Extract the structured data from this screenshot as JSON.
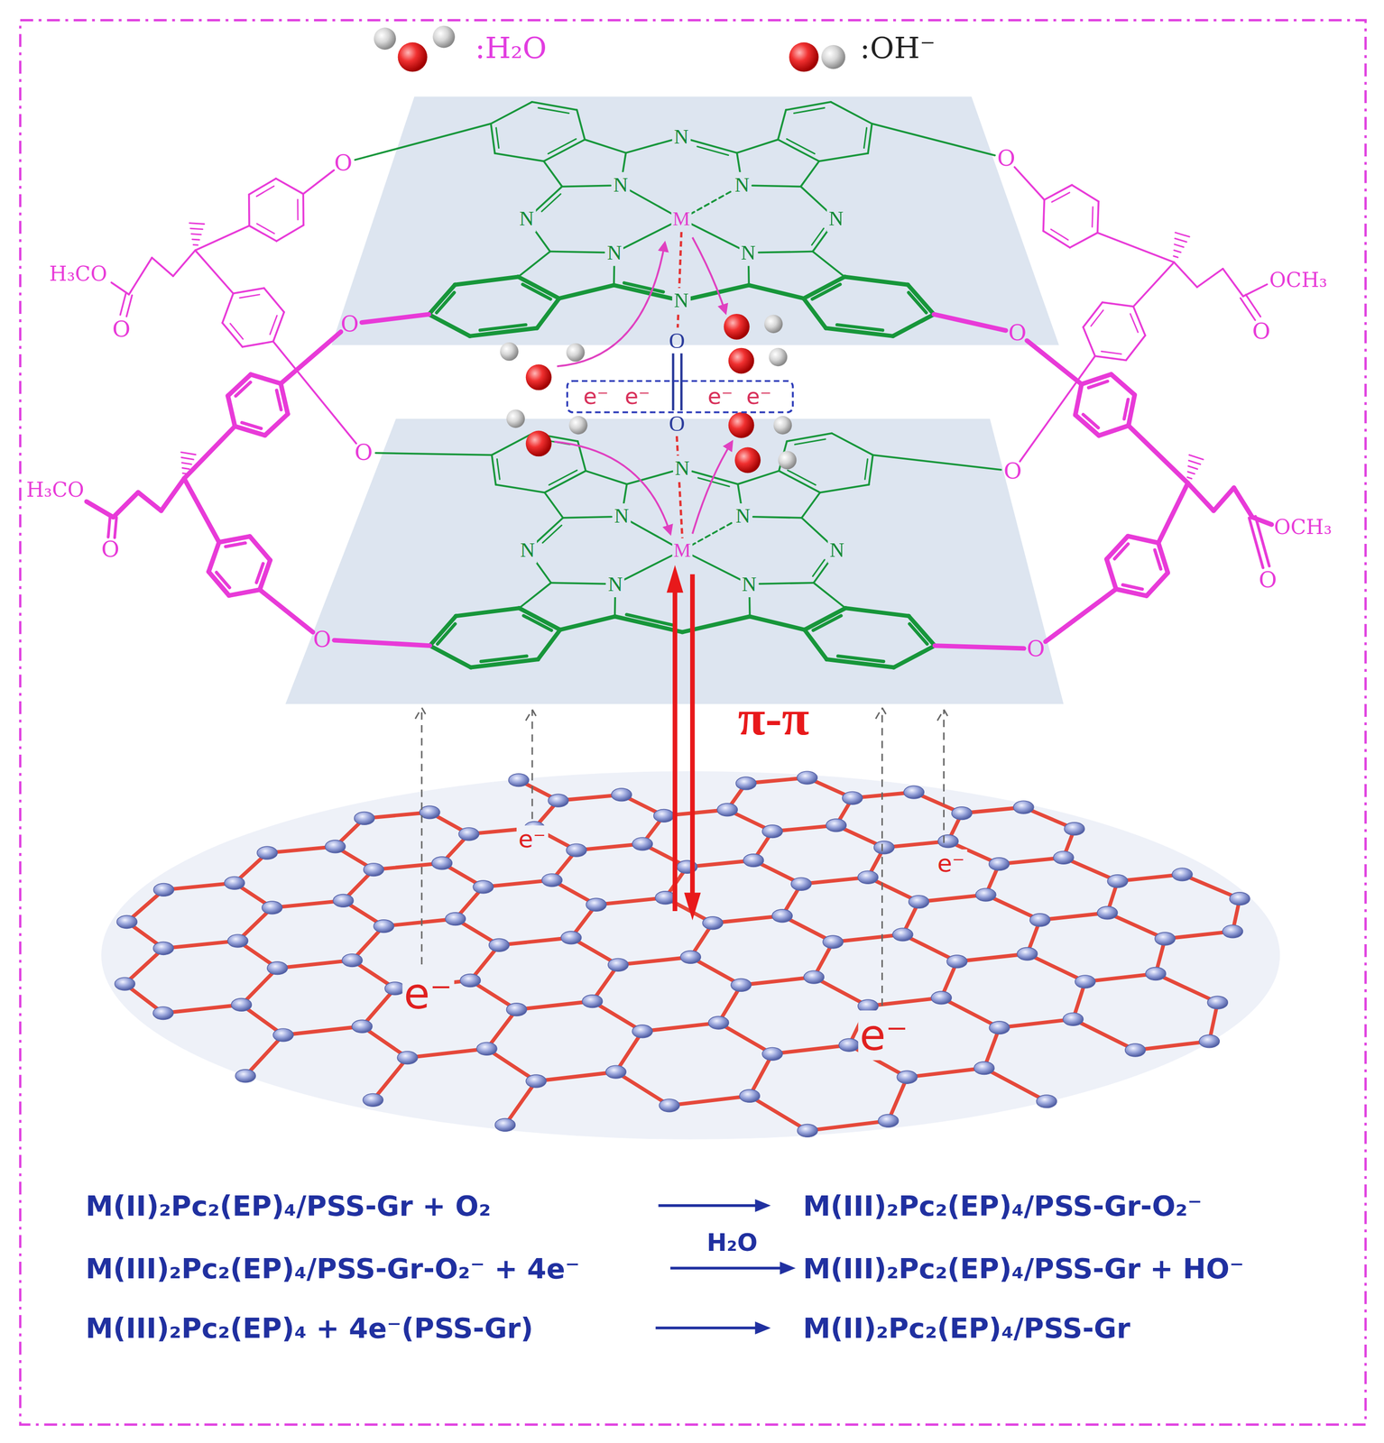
{
  "diagram": {
    "nodes": [
      {
        "text": [
          "e⁻",
          "e⁻",
          "e⁻",
          "e⁻"
        ]
      }
    ],
    "labels": [
      "O",
      "N",
      "O",
      "N",
      "N",
      "N",
      "M",
      "N",
      "H₃CO",
      "OCH₃",
      "N",
      "N",
      "N",
      "O",
      "O",
      "O",
      "O",
      "O",
      "O",
      "O",
      "O",
      "N",
      "H₃CO",
      "OCH₃",
      "N",
      "N",
      "N",
      "M",
      "N",
      "O",
      "O",
      "N",
      "N",
      "O",
      "O",
      "π-π",
      "e⁻",
      "e⁻",
      "e⁻",
      "e⁻",
      "M(II)₂Pc₂(EP)₄/PSS-Gr + O₂",
      "M(III)₂Pc₂(EP)₄/PSS-Gr-O₂⁻",
      "H₂O",
      "M(III)₂Pc₂(EP)₄/PSS-Gr-O₂⁻ + 4e⁻",
      "M(III)₂Pc₂(EP)₄/PSS-Gr + HO⁻",
      "M(III)₂Pc₂(EP)₄ + 4e⁻(PSS-Gr)",
      "M(II)₂Pc₂(EP)₄/PSS-Gr"
    ],
    "legend": [
      {
        "text": ":H₂O"
      },
      {
        "text": ":OH⁻"
      }
    ]
  }
}
